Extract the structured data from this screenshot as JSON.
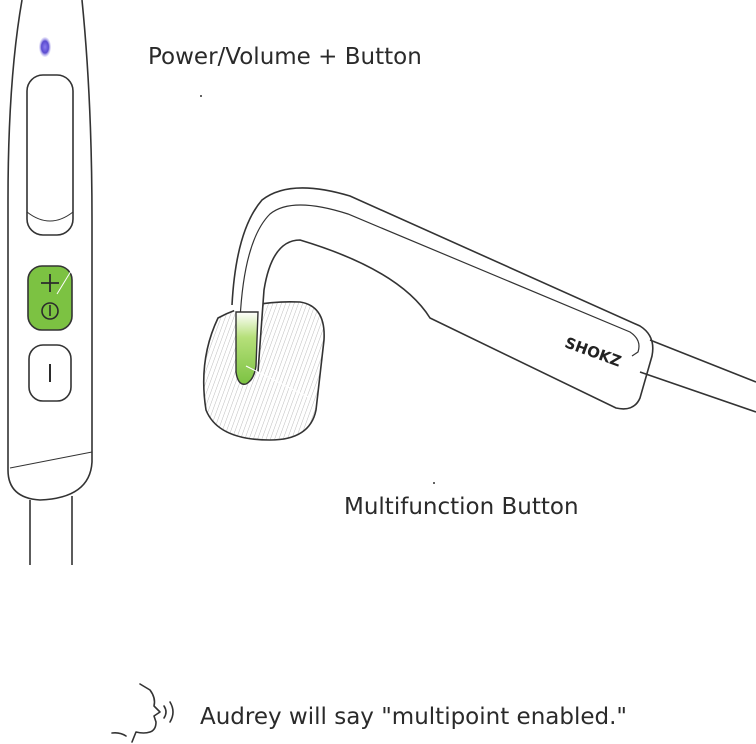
{
  "labels": {
    "power_volume_button": "Power/Volume + Button",
    "multifunction_button": "Multifunction Button",
    "voice_prompt": "Audrey will say \"multipoint enabled.\""
  },
  "device": {
    "brand_logo_text": "SHOKZ",
    "plus_symbol": "+",
    "minus_symbol": "|"
  },
  "colors": {
    "highlight_green": "#7cc242",
    "led_indicator": "#6a5acd",
    "line": "#333333"
  },
  "icons": [
    "speaking-head-icon",
    "power-icon",
    "plus-icon",
    "minus-icon"
  ]
}
